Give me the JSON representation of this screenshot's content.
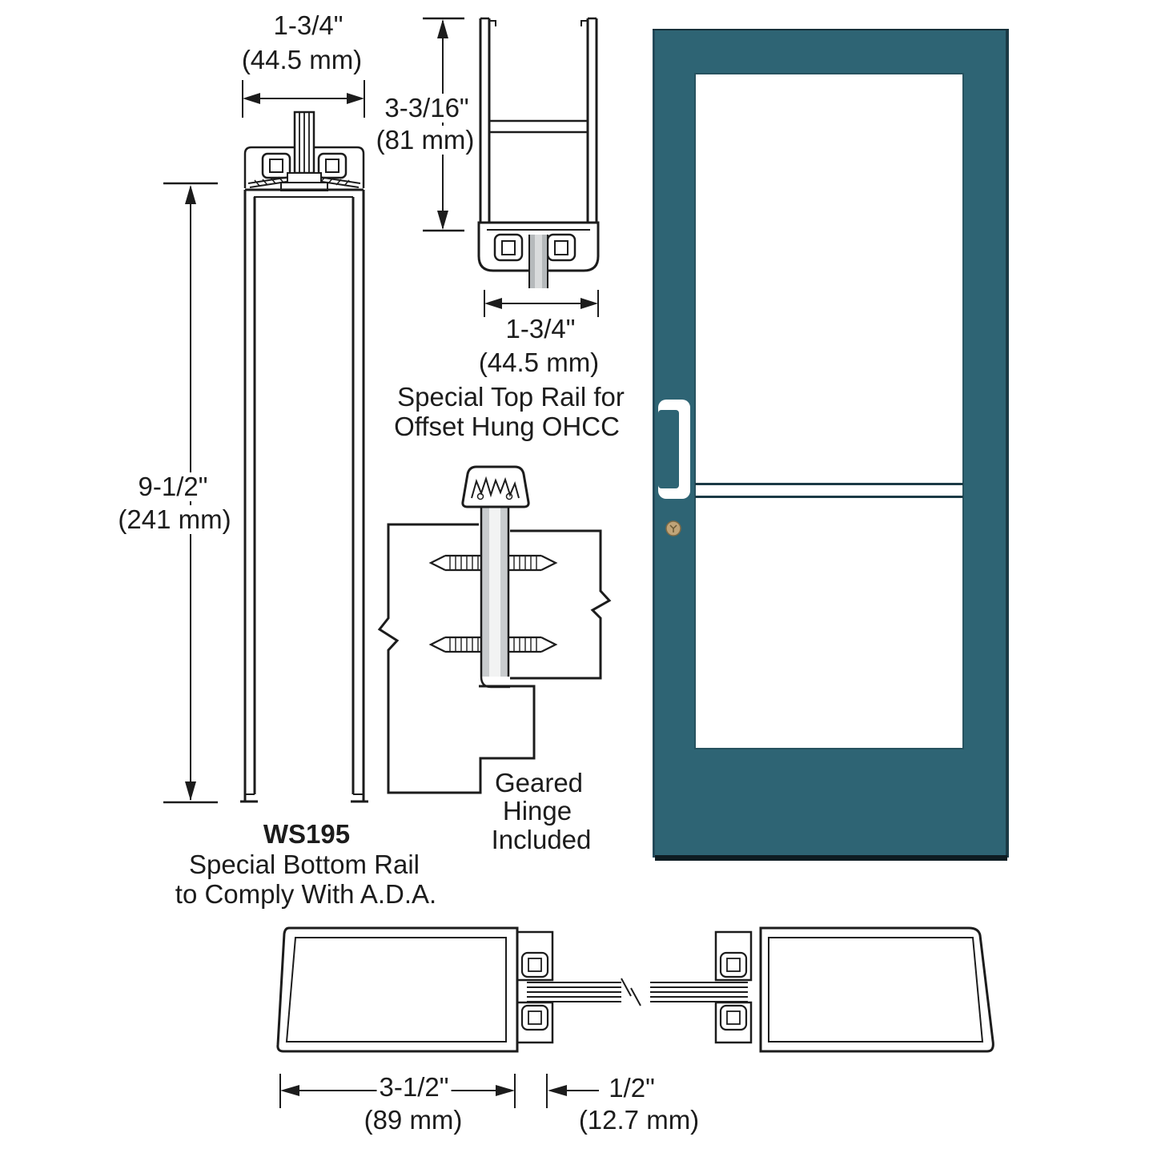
{
  "bottom_rail": {
    "width_in": "1-3/4\"",
    "width_mm": "(44.5 mm)",
    "height_in": "9-1/2\"",
    "height_mm": "(241 mm)",
    "model": "WS195",
    "caption_line1": "Special Bottom Rail",
    "caption_line2": "to Comply With A.D.A."
  },
  "top_rail": {
    "depth_in": "3-3/16\"",
    "depth_mm": "(81 mm)",
    "width_in": "1-3/4\"",
    "width_mm": "(44.5 mm)",
    "caption_line1": "Special Top Rail for",
    "caption_line2": "Offset Hung OHCC"
  },
  "hinge": {
    "caption_line1": "Geared",
    "caption_line2": "Hinge",
    "caption_line3": "Included"
  },
  "stile_section": {
    "stile_width_in": "3-1/2\"",
    "stile_width_mm": "(89 mm)",
    "glass_in": "1/2\"",
    "glass_mm": "(12.7 mm)"
  },
  "door": {
    "frame_color": "#2e6474",
    "glass_color": "#ffffff",
    "lock_color": "#c0a478"
  }
}
